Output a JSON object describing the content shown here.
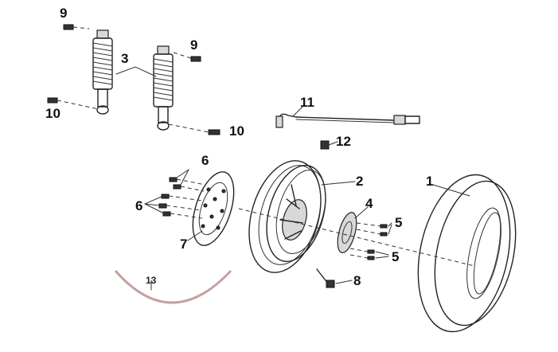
{
  "callouts": {
    "c1": "1",
    "c2": "2",
    "c3": "3",
    "c4": "4",
    "c5a": "5",
    "c5b": "5",
    "c6a": "6",
    "c6b": "6",
    "c7": "7",
    "c8": "8",
    "c9a": "9",
    "c9b": "9",
    "c10a": "10",
    "c10b": "10",
    "c11": "11",
    "c12": "12",
    "c13": "13"
  },
  "colors": {
    "line": "#222222",
    "background": "#ffffff",
    "muted_part": "#c4a0a0"
  }
}
